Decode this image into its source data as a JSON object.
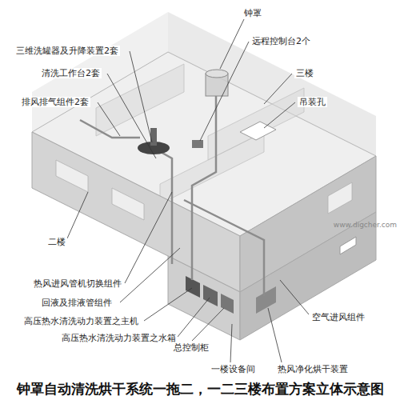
{
  "diagram": {
    "title": "钟罩自动清洗烘干系统一拖二，一二三楼布置方案立体示意图",
    "labels": [
      "钟罩",
      "三维洗罐器及升降装置2套",
      "远程控制台2个",
      "清洗工作台2套",
      "三楼",
      "排风排气组件2套",
      "吊装孔",
      "www.digcher.com",
      "二楼",
      "热风进风管机切换组件",
      "回液及排液管组件",
      "空气进风组件",
      "高压热水清洗动力装置之主机",
      "高压热水清洗动力装置之水箱",
      "总控制柜",
      "一楼设备间",
      "热风净化烘干装置"
    ]
  }
}
